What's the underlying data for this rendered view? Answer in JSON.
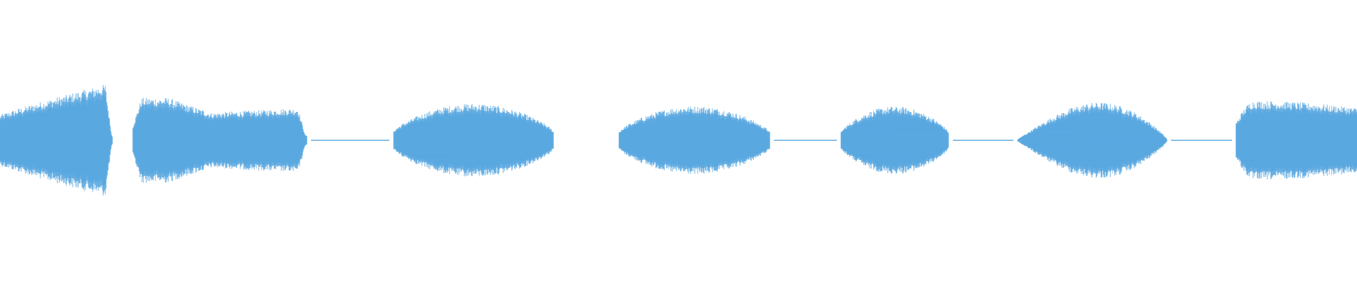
{
  "waveform": {
    "color": "#5AA8E0",
    "background": "#FFFFFF",
    "segments": [
      {
        "kind": "burst",
        "start_time": 0.0,
        "end_time": 0.083,
        "peak_amplitude": 0.95,
        "profile": "rise-then-cut"
      },
      {
        "kind": "silence",
        "start_time": 0.083,
        "end_time": 0.098,
        "residual": 0.0
      },
      {
        "kind": "burst",
        "start_time": 0.098,
        "end_time": 0.226,
        "peak_amplitude": 0.72,
        "profile": "front-peak-dip-plateau"
      },
      {
        "kind": "silence",
        "start_time": 0.226,
        "end_time": 0.29,
        "residual": 0.02
      },
      {
        "kind": "burst",
        "start_time": 0.29,
        "end_time": 0.408,
        "peak_amplitude": 0.62,
        "profile": "bell"
      },
      {
        "kind": "silence",
        "start_time": 0.408,
        "end_time": 0.456,
        "residual": 0.0
      },
      {
        "kind": "burst",
        "start_time": 0.456,
        "end_time": 0.567,
        "peak_amplitude": 0.58,
        "profile": "bell"
      },
      {
        "kind": "silence",
        "start_time": 0.567,
        "end_time": 0.62,
        "residual": 0.02
      },
      {
        "kind": "burst",
        "start_time": 0.62,
        "end_time": 0.699,
        "peak_amplitude": 0.57,
        "profile": "bell"
      },
      {
        "kind": "silence",
        "start_time": 0.699,
        "end_time": 0.75,
        "residual": 0.02
      },
      {
        "kind": "burst",
        "start_time": 0.75,
        "end_time": 0.86,
        "peak_amplitude": 0.64,
        "profile": "late-bell"
      },
      {
        "kind": "silence",
        "start_time": 0.86,
        "end_time": 0.911,
        "residual": 0.02
      },
      {
        "kind": "burst",
        "start_time": 0.911,
        "end_time": 1.0,
        "peak_amplitude": 0.67,
        "profile": "bell-open-end"
      }
    ]
  }
}
